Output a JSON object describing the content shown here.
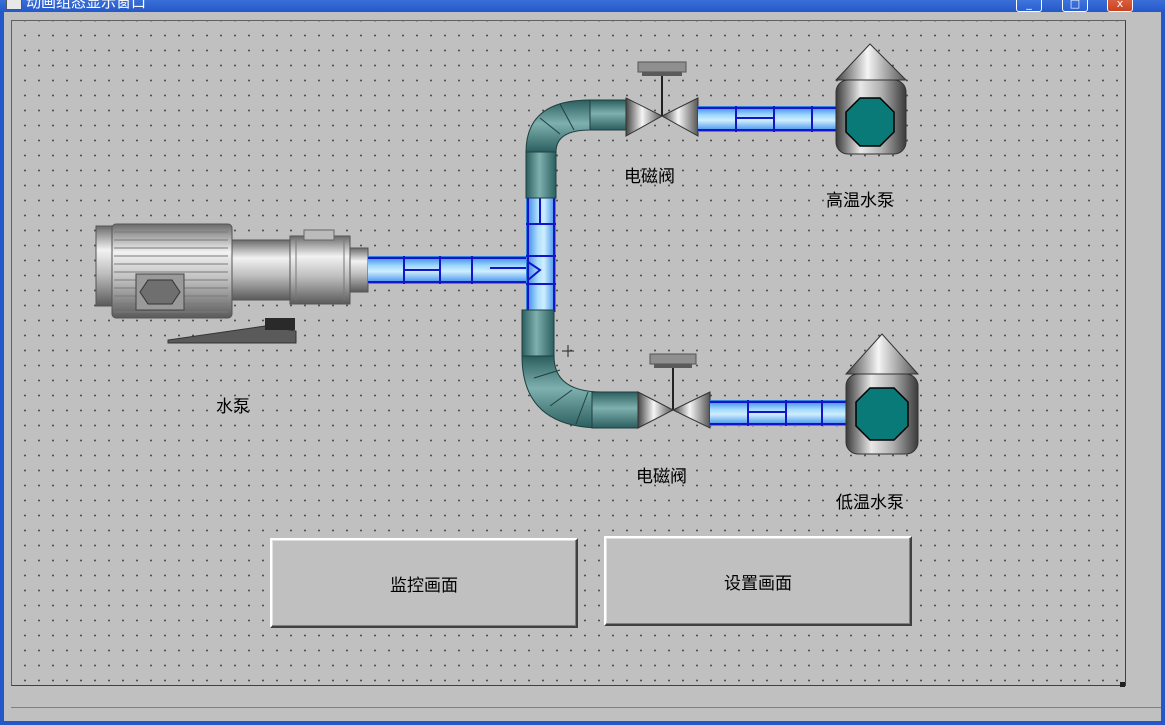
{
  "window": {
    "title": "动画组态显示窗口",
    "buttons": {
      "minimize": "_",
      "maximize": "□",
      "close": "x"
    }
  },
  "labels": {
    "pump": "水泵",
    "valve_top": "电磁阀",
    "valve_bottom": "电磁阀",
    "high_temp_pump": "高温水泵",
    "low_temp_pump": "低温水泵"
  },
  "buttons": {
    "monitor": "监控画面",
    "settings": "设置画面"
  },
  "colors": {
    "background": "#c0c0c0",
    "pipe_blue": "#3aa0ff",
    "pipe_teal": "#3d7e7e",
    "pump_body": "#a8a8a8",
    "tank_octagon": "#0a7a78",
    "title_bar": "#2458c8"
  },
  "icons": {
    "motor": "motor-pump-icon",
    "valve": "solenoid-valve-icon",
    "tank": "pump-tank-icon"
  }
}
